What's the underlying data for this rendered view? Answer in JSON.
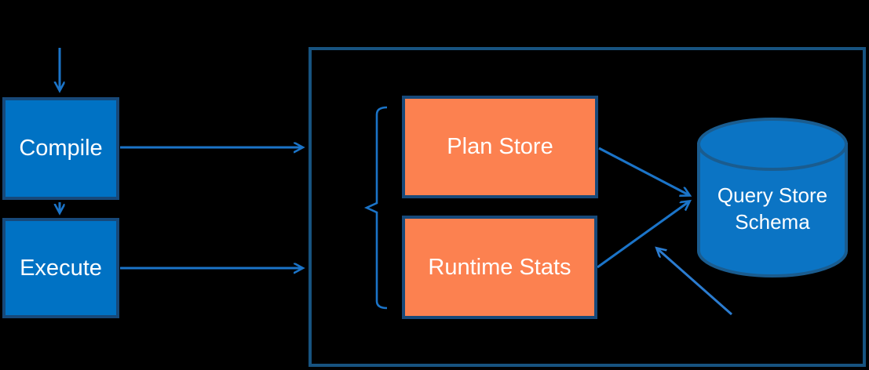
{
  "diagram": {
    "nodes": {
      "compile": {
        "label": "Compile"
      },
      "execute": {
        "label": "Execute"
      },
      "plan_store": {
        "label": "Plan Store"
      },
      "runtime_stats": {
        "label": "Runtime Stats"
      },
      "query_store_schema": {
        "label": "Query Store Schema"
      }
    },
    "edges": [
      {
        "from": "top",
        "to": "compile",
        "style": "arrow"
      },
      {
        "from": "compile",
        "to": "execute",
        "style": "arrow"
      },
      {
        "from": "compile",
        "to": "container",
        "style": "arrow"
      },
      {
        "from": "execute",
        "to": "container",
        "style": "arrow"
      },
      {
        "from": "plan_store",
        "to": "query_store_schema",
        "style": "arrow"
      },
      {
        "from": "runtime_stats",
        "to": "query_store_schema",
        "style": "arrow"
      },
      {
        "from": "bottom_right",
        "to": "query_store_schema",
        "style": "arrow"
      }
    ],
    "colors": {
      "background": "#000000",
      "node_fill": "#0072C4",
      "node_border": "#17497A",
      "store_fill": "#FC8150",
      "container_border": "#175380",
      "arrow": "#1B74C8",
      "arrow_light": "#2B7CD0",
      "cylinder_fill": "#0B74C4",
      "cylinder_border": "#1A5C8F",
      "label_color": "#FFFFFF"
    }
  }
}
